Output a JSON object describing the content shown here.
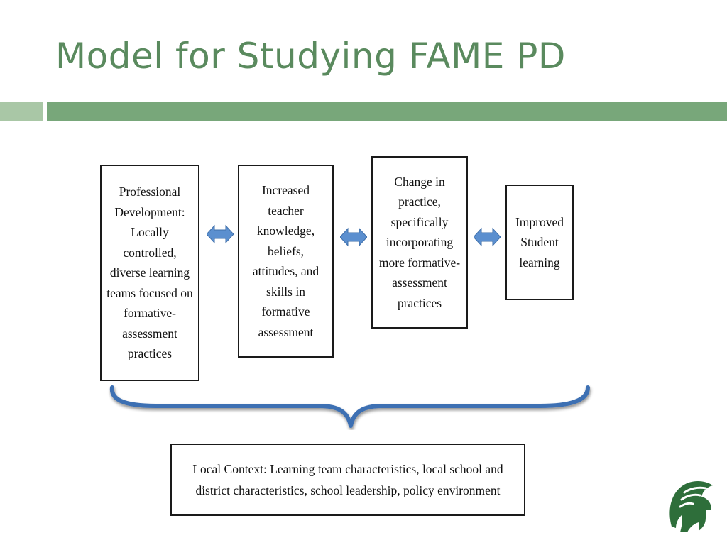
{
  "slide": {
    "title": "Model for Studying FAME PD"
  },
  "diagram": {
    "boxes": [
      {
        "id": "professional-development",
        "text": "Professional Development: Locally controlled, diverse learning teams focused on formative-assessment practices"
      },
      {
        "id": "increased-teacher-knowledge",
        "text": "Increased teacher knowledge, beliefs, attitudes, and skills in formative assessment"
      },
      {
        "id": "change-in-practice",
        "text": "Change in practice, specifically incorporating more formative-assessment practices"
      },
      {
        "id": "improved-student-learning",
        "text": "Improved Student learning"
      }
    ],
    "context": {
      "text": "Local Context: Learning team characteristics, local school and district characteristics, school leadership, policy environment"
    },
    "connectors": [
      "double-arrow",
      "double-arrow",
      "double-arrow"
    ]
  },
  "colors": {
    "title": "#5a8a5e",
    "bar_main": "#78a77a",
    "bar_accent": "#a9c7a6",
    "arrow": "#5b8fcf",
    "brace": "#3d6fb3",
    "logo": "#2e6e3a"
  },
  "icons": {
    "connector": "double-arrow-icon",
    "grouping": "curly-brace-icon",
    "logo": "spartan-helmet-logo-icon"
  }
}
